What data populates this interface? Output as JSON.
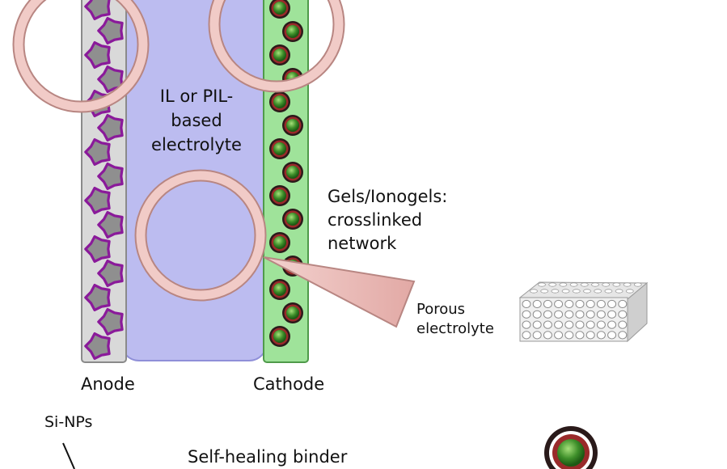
{
  "electrolyte_label": [
    "IL or PIL-",
    "based",
    "electrolyte"
  ],
  "gels_label": [
    "Gels/Ionogels:",
    "crosslinked",
    "network"
  ],
  "porous_label": [
    "Porous",
    "electrolyte"
  ],
  "anode_label": "Anode",
  "cathode_label": "Cathode",
  "si_nps_label": "Si-NPs",
  "binder_label": "Self-healing binder",
  "colors": {
    "electrolyte_fill": "#bcbcf0",
    "anode_fill": "#d9d9d9",
    "cathode_fill": "#9fe39a",
    "binder_purple": "#8a1a9a",
    "particle_green": "#3e8f2a",
    "particle_dark": "#2a1a1a",
    "particle_red": "#9a2a2a",
    "magnifier_pink": "#e9b9b5"
  },
  "icons": [
    "magnifier-ring-icon",
    "porous-block-icon",
    "core-shell-particle-icon"
  ]
}
